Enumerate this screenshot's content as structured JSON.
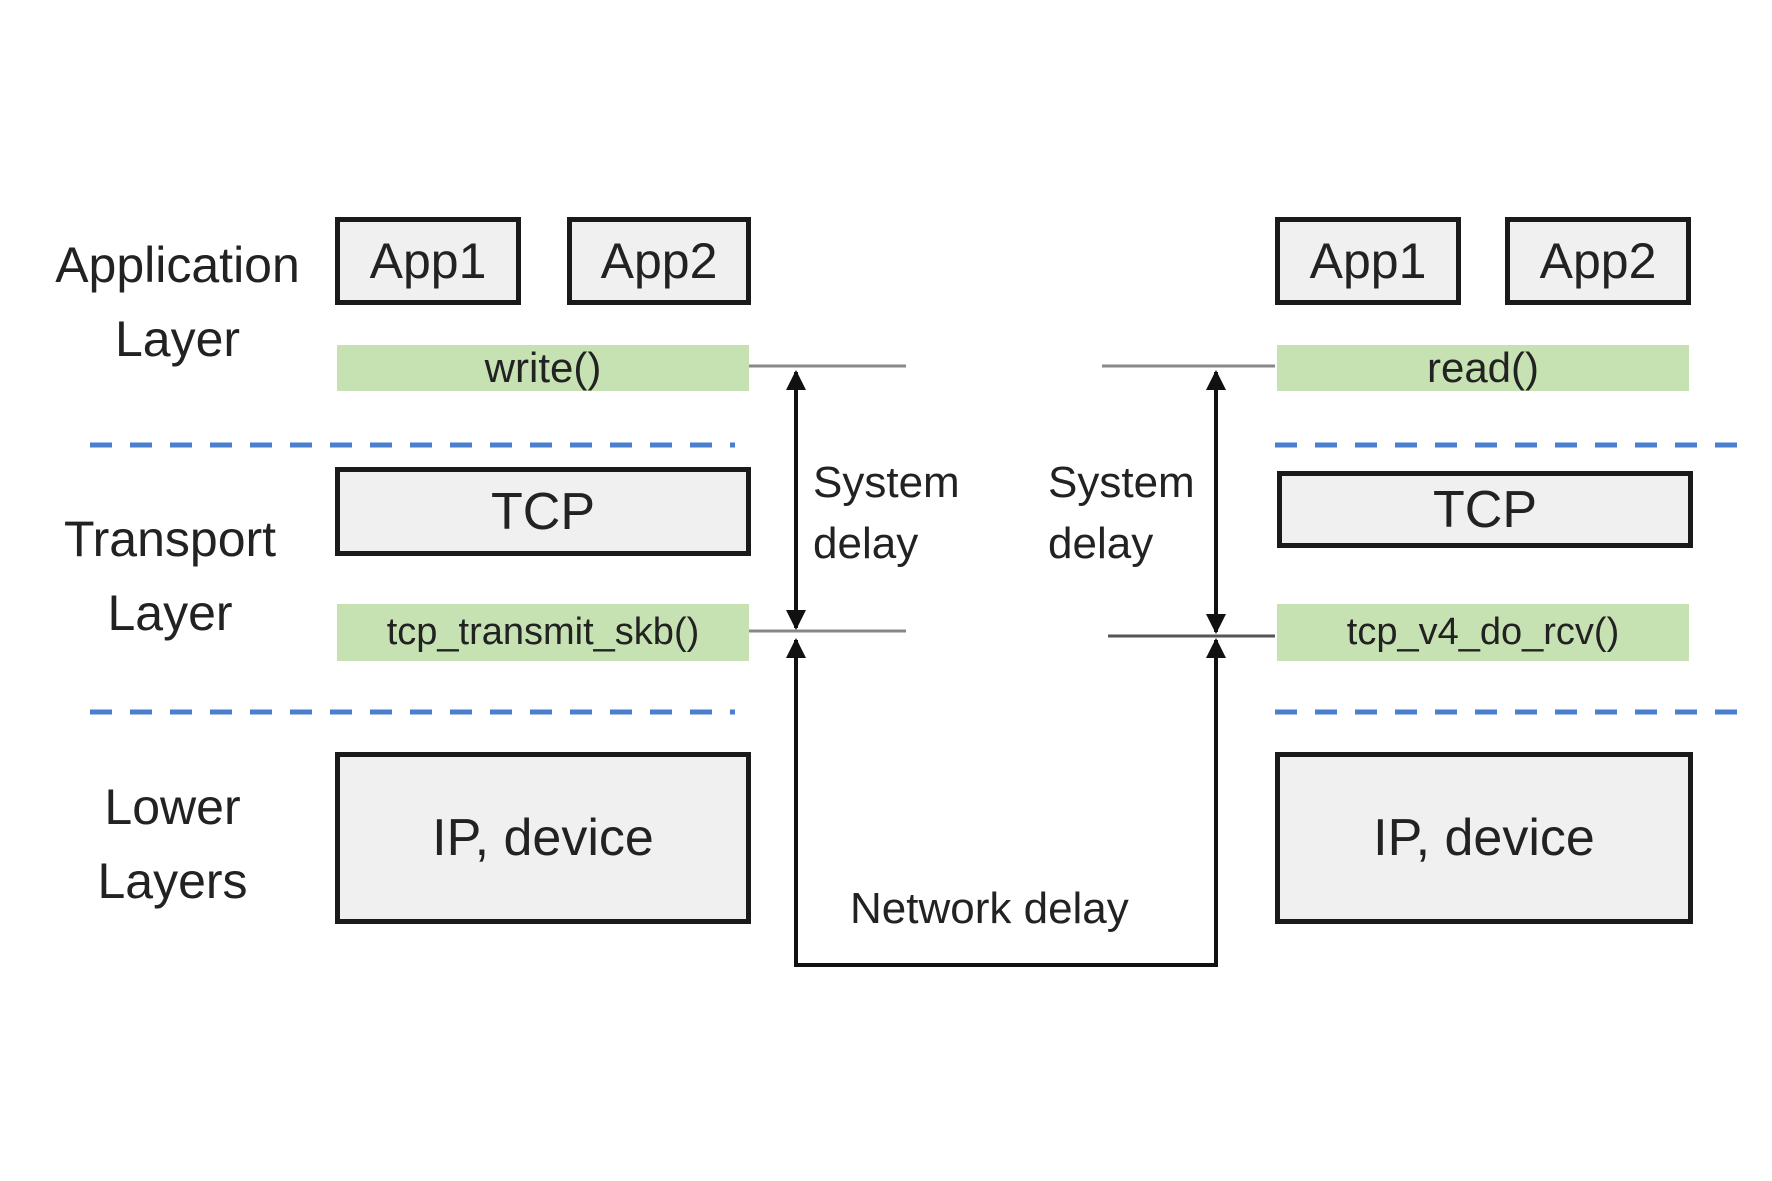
{
  "layers": {
    "application": [
      "Application",
      "Layer"
    ],
    "transport": [
      "Transport",
      "Layer"
    ],
    "lower": [
      "Lower",
      "Layers"
    ]
  },
  "sender": {
    "app1": "App1",
    "app2": "App2",
    "write_fn": "write()",
    "tcp": "TCP",
    "transmit_fn": "tcp_transmit_skb()",
    "ip": "IP, device"
  },
  "receiver": {
    "app1": "App1",
    "app2": "App2",
    "read_fn": "read()",
    "tcp": "TCP",
    "rcv_fn": "tcp_v4_do_rcv()",
    "ip": "IP, device"
  },
  "delays": {
    "system_left": [
      "System",
      "delay"
    ],
    "system_right": [
      "System",
      "delay"
    ],
    "network": "Network delay"
  },
  "colors": {
    "function_fill": "#c6e2b2",
    "box_fill": "#f0f0f0",
    "separator": "#4a7fcf"
  }
}
